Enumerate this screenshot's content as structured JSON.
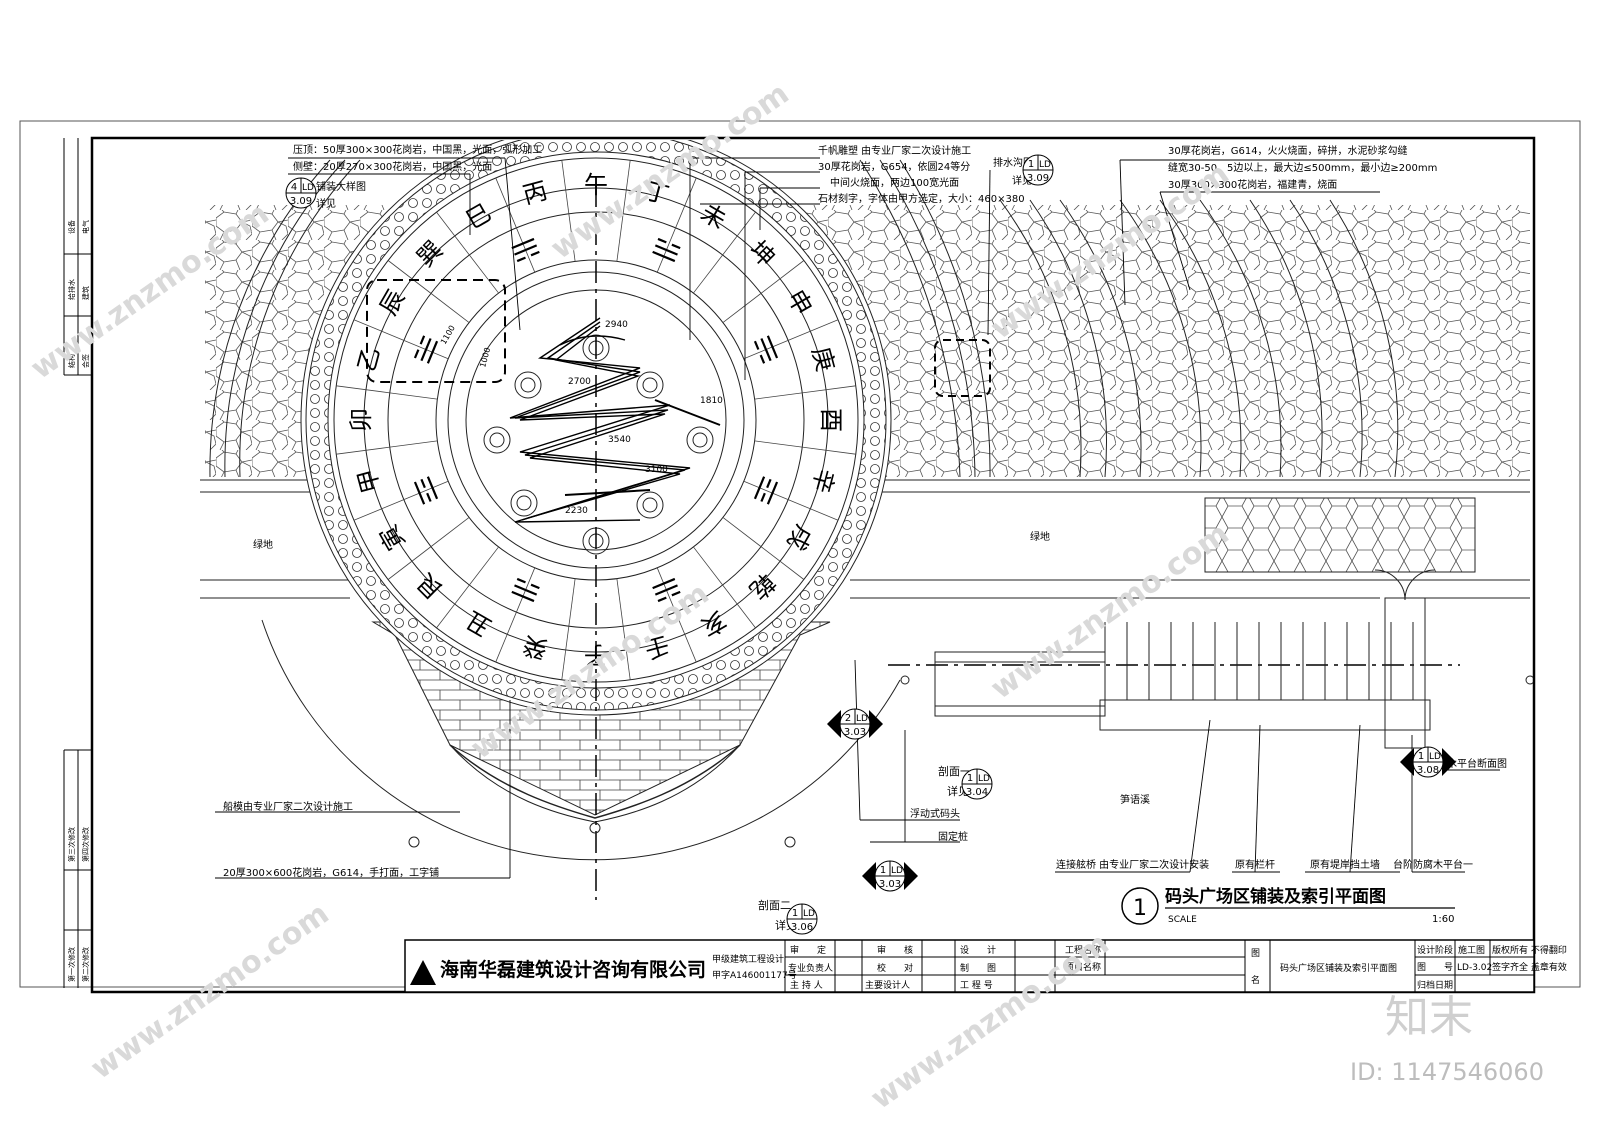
{
  "drawing": {
    "title": "码头广场区铺装及索引平面图",
    "number": "1",
    "scale_label": "SCALE",
    "scale_value": "1:60"
  },
  "notes": {
    "coping": "压顶：50厚300×300花岗岩，中国黑，光面，弧形加工",
    "side_curb": "侧壁：20厚270×300花岗岩，中国黑，光面",
    "paving_ref_label": "铺装大样图",
    "see_detail": "详见",
    "sail_sculpture": "千帆雕塑 由专业厂家二次设计施工",
    "granite_g654": "30厚花岗岩，G654，依圆24等分",
    "fire_burnt_center": "中间火烧面，两边100宽光面",
    "stone_carving": "石材刻字，字体由甲方选定，大小：460×380",
    "drain_detail": "排水沟图",
    "granite_g614_broken": "30厚花岗岩，G614，火火烧面，碎拼，水泥砂浆勾缝",
    "joint_width": "缝宽30-50，5边以上，最大边≤500mm，最小边≥200mm",
    "granite_fujian": "30厚300×300花岗岩，福建青，烧面",
    "green_left": "绿地",
    "green_right": "绿地",
    "boat_mold": "船模由专业厂家二次设计施工",
    "granite_g614_600": "20厚300×600花岗岩，G614，手打面，工字铺",
    "floating_dock": "浮动式码头",
    "fixed_pile": "固定桩",
    "section_one": "剖面一",
    "section_two": "剖面二",
    "creek": "笋语溪",
    "link_bridge": "连接舷桥 由专业厂家二次设计安装",
    "existing_rail": "原有栏杆",
    "existing_wall": "原有堤岸挡土墙",
    "deck_platform": "台阶防腐木平台一",
    "deck_section": "木平台断面图"
  },
  "dimensions": [
    "2940",
    "2700",
    "1810",
    "3540",
    "3100",
    "2230",
    "1100",
    "1000"
  ],
  "detail_markers": [
    {
      "num": "4",
      "sheet": "3.09",
      "code": "LD"
    },
    {
      "num": "1",
      "sheet": "3.09",
      "code": "LD"
    },
    {
      "num": "2",
      "sheet": "3.03",
      "code": "LD"
    },
    {
      "num": "1",
      "sheet": "3.04",
      "code": "LD"
    },
    {
      "num": "1",
      "sheet": "3.03",
      "code": "LD"
    },
    {
      "num": "1",
      "sheet": "3.06",
      "code": "LD"
    },
    {
      "num": "1",
      "sheet": "3.08",
      "code": "LD"
    }
  ],
  "compass_characters": [
    "午",
    "丁",
    "未",
    "坤",
    "申",
    "庚",
    "酉",
    "辛",
    "戌",
    "乾",
    "亥",
    "壬",
    "子",
    "癸",
    "丑",
    "艮",
    "寅",
    "甲",
    "卯",
    "乙",
    "辰",
    "巽",
    "巳",
    "丙"
  ],
  "title_block": {
    "company": "海南华磊建筑设计咨询有限公司",
    "qualification": "甲级建筑工程设计",
    "license": "甲字A146001177号",
    "fields": [
      {
        "label": "审　　定",
        "value": ""
      },
      {
        "label": "专业负责人",
        "value": ""
      },
      {
        "label": "主 持 人",
        "value": ""
      },
      {
        "label": "审　　核",
        "value": ""
      },
      {
        "label": "校　　对",
        "value": ""
      },
      {
        "label": "主要设计人",
        "value": ""
      },
      {
        "label": "设　　计",
        "value": ""
      },
      {
        "label": "制　　图",
        "value": ""
      },
      {
        "label": "工 程 号",
        "value": ""
      }
    ],
    "project_name_label": "工程名称",
    "item_name_label": "项目名称",
    "drawing_name_label": "图　　名",
    "drawing_name": "码头广场区铺装及索引平面图",
    "design_stage_label": "设计阶段",
    "design_stage": "施工图",
    "drawing_no_label": "图　　号",
    "drawing_no": "LD-3.02",
    "archive_date_label": "归档日期",
    "copyright": "版权所有 不得翻印",
    "sign_note": "签字齐全 盖章有效"
  },
  "side_strip": {
    "top_cells": [
      "设备",
      "电气",
      "给排水",
      "建筑",
      "结构",
      "会签"
    ],
    "bottom_cells": [
      "第一次修改",
      "第二次修改",
      "第三次修改",
      "第四次修改"
    ]
  },
  "watermark": {
    "brand": "知末",
    "id": "ID: 1147546060",
    "site": "www.znzmo.com"
  }
}
